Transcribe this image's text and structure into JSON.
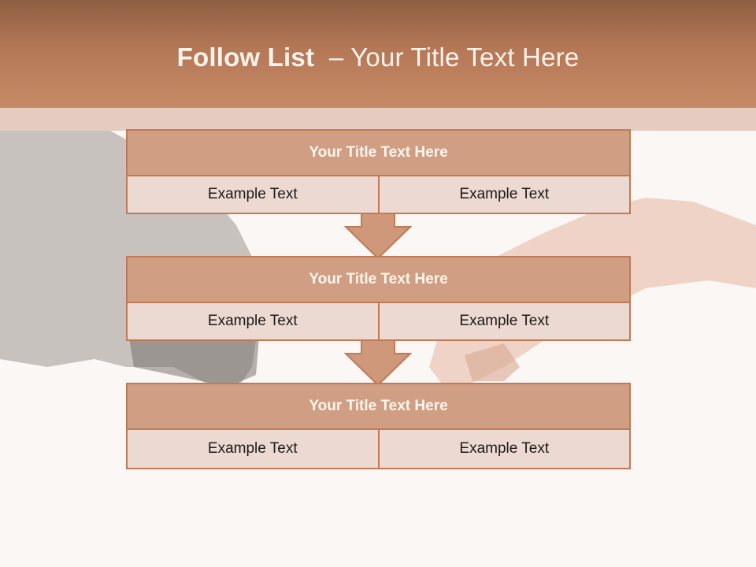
{
  "slide": {
    "title_bold": "Follow List",
    "title_rest": " – Your Title Text Here"
  },
  "steps": [
    {
      "title": "Your Title Text Here",
      "left": "Example Text",
      "right": "Example Text"
    },
    {
      "title": "Your Title Text Here",
      "left": "Example Text",
      "right": "Example Text"
    },
    {
      "title": "Your Title Text Here",
      "left": "Example Text",
      "right": "Example Text"
    }
  ],
  "colors": {
    "header": "#b57857",
    "box_border": "#c07a55",
    "box_title_fill": "#d09e82",
    "box_cell_fill": "#ecd9d1",
    "arrow_fill": "#cf987b"
  }
}
